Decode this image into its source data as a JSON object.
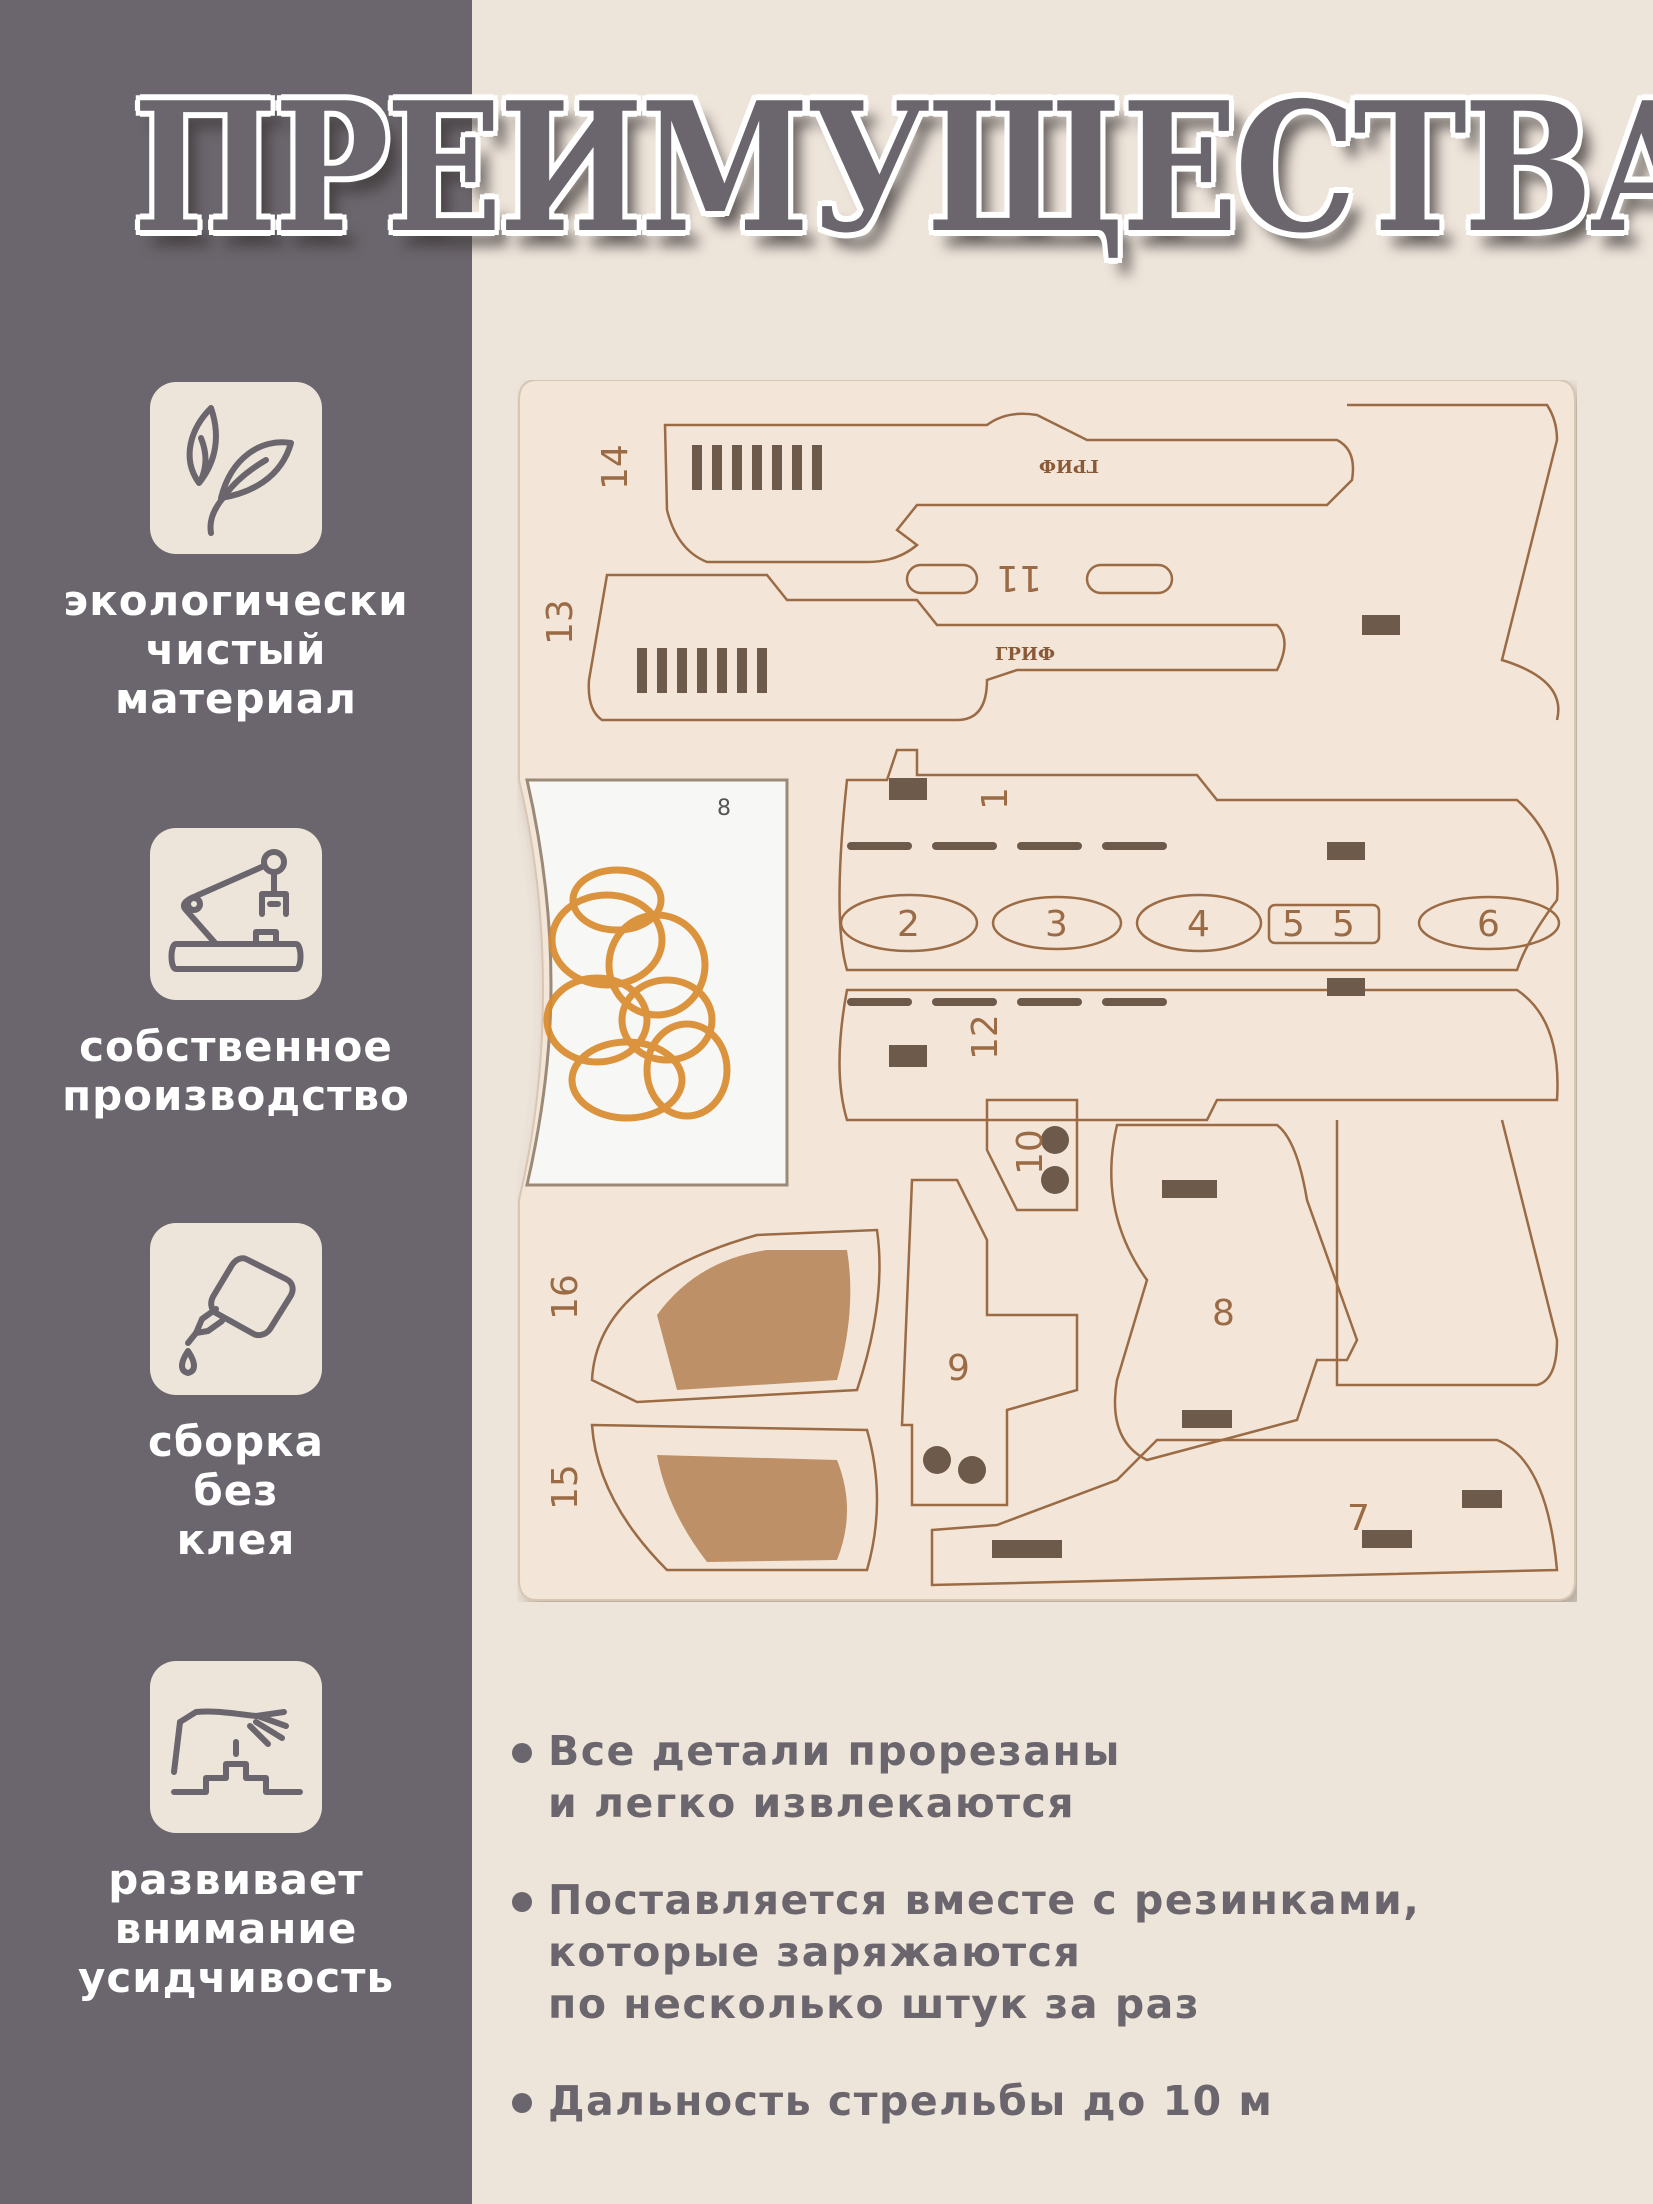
{
  "title": "ПРЕИМУЩЕСТВА",
  "colors": {
    "sidebar": "#6b666d",
    "background": "#ede4da",
    "wood": "#f3e6d8",
    "band": "#d98a2a"
  },
  "features": [
    {
      "icon": "leaf-icon",
      "lines": [
        "экологически",
        "чистый",
        "материал"
      ]
    },
    {
      "icon": "robot-arm-icon",
      "lines": [
        "собственное",
        "производство"
      ]
    },
    {
      "icon": "glue-bottle-icon",
      "lines": [
        "сборка",
        "без",
        "клея"
      ]
    },
    {
      "icon": "hand-blocks-icon",
      "lines": [
        "развивает",
        "внимание",
        "усидчивость"
      ]
    }
  ],
  "product": {
    "brand_mark": "ГРИФ",
    "part_numbers": [
      "14",
      "13",
      "11",
      "1",
      "2",
      "3",
      "4",
      "5",
      "5",
      "6",
      "12",
      "10",
      "8",
      "9",
      "16",
      "15",
      "7",
      "8"
    ]
  },
  "bullets": [
    {
      "lines": [
        "Все детали прорезаны",
        "и легко извлекаются"
      ]
    },
    {
      "lines": [
        "Поставляется вместе с резинками,",
        "которые заряжаются",
        "по несколько штук за раз"
      ]
    },
    {
      "lines": [
        "Дальность стрельбы до 10 м"
      ]
    }
  ]
}
